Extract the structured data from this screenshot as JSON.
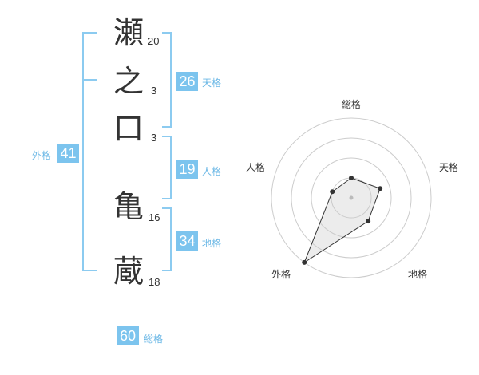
{
  "name": {
    "chars": [
      {
        "char": "瀬",
        "strokes": "20"
      },
      {
        "char": "之",
        "strokes": "3"
      },
      {
        "char": "口",
        "strokes": "3"
      },
      {
        "char": "亀",
        "strokes": "16"
      },
      {
        "char": "蔵",
        "strokes": "18"
      }
    ]
  },
  "kaku": {
    "tenkaku": {
      "value": "26",
      "label": "天格"
    },
    "jinkaku": {
      "value": "19",
      "label": "人格"
    },
    "chikaku": {
      "value": "34",
      "label": "地格"
    },
    "gaikaku": {
      "value": "41",
      "label": "外格"
    },
    "soukaku": {
      "value": "60",
      "label": "総格"
    }
  },
  "colors": {
    "accent": "#7cc4ee",
    "bracket": "#8ccbf0",
    "text": "#333333"
  },
  "chart_data": {
    "type": "radar",
    "axes": [
      "総格",
      "天格",
      "地格",
      "外格",
      "人格"
    ],
    "rings": 4,
    "values": [
      0.25,
      0.38,
      0.36,
      1.0,
      0.25
    ]
  }
}
